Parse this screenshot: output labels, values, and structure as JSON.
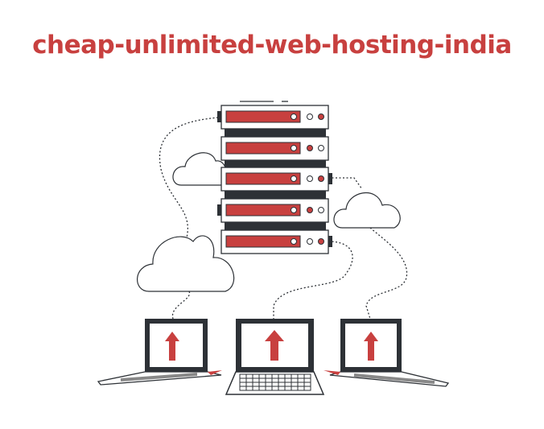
{
  "title": "cheap-unlimited-web-hosting-india",
  "colors": {
    "accent": "#c8403f",
    "dark": "#2d3136"
  },
  "server": {
    "units": 5
  },
  "laptops": {
    "count": 3,
    "screen_icon": "arrow-up-icon"
  }
}
